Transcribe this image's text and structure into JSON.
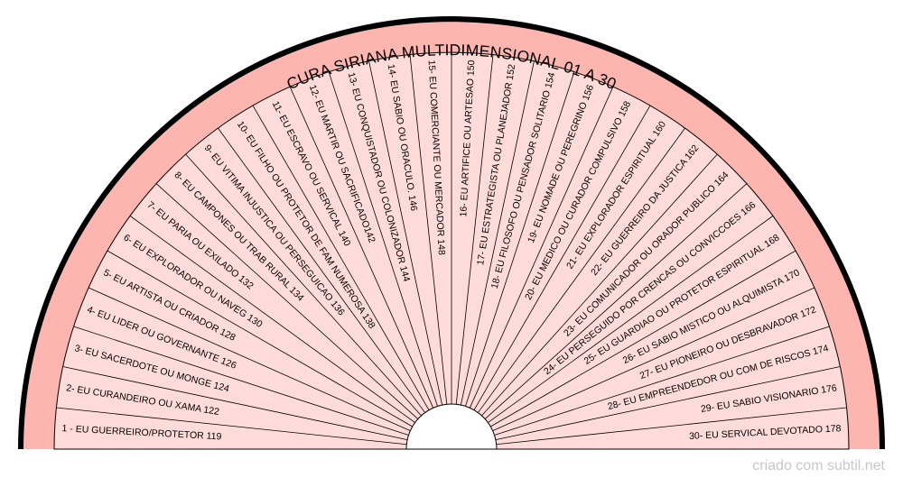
{
  "title": "CURA SIRIANA MULTIDIMENSIONAL 01 A 30",
  "footer": "criado com subtil.net",
  "colors": {
    "outer_ring": "#fdb5b0",
    "sectors": "#ffdcd9",
    "border": "#000000",
    "lines": "#000000"
  },
  "sectors": [
    "1 - EU GUERREIRO/PROTETOR 119",
    "2- EU CURANDEIRO OU XAMA   122",
    "3- EU SACERDOTE OU MONGE   124",
    "4- EU LIDER OU GOVERNANTE   126",
    "5- EU ARTISTA OU CRIADOR        128",
    "6- EU EXPLORADOR OU NAVEG 130",
    "7- EU PARIA OU EXILADO             132",
    "8- EU CAMPONES OU TRAB RURAL 134",
    "9- EU VITIMA INJUSTICA OU PERSEGUICAO  136",
    "10- EU FILHO OU PROTETOR DE FAM NUMEROSA    138",
    "11- EU ESCRAVO OU SERVICAL    140",
    "12- EU MARTIR OU SACRIFICADO142",
    "13- EU CONQUISTADOR OU COLONIZADOR      144",
    "14- EU SABIO OU ORACULO.   146",
    "15- EU COMERCIANTE OU MERCADOR 148",
    "16- EU ARTIFICE OU ARTESAO 150",
    "17- EU ESTRATEGISTA OU PLANEJADOR 152",
    "18- EU FILOSOFO OU PENSADOR SOLITARIO   154",
    "19- EU NOMADE OU PEREGRINO 156",
    "20- EU MEDICO OU CURADOR COMPULSIVO 158",
    "21- EU EXPLORADOR ESPIRITUAL 160",
    "22- EU GUERREIRO DA JUSTICA 162",
    "23- EU COMUNICADOR OU ORADOR PUBLICO 164",
    "24- EU PERSEGUIDO POR CRENCAS OU CONVICCOES 166",
    "25- EU GUARDIAO OU PROTETOR ESPIRITUAL 168",
    "26- EU SABIO MISTICO OU ALQUIMISTA 170",
    "27- EU PIONEIRO OU DESBRAVADOR 172",
    "28- EU EMPREENDEDOR OU COM DE RISCOS 174",
    "29- EU SABIO VISIONARIO 176",
    "30- EU SERVICAL DEVOTADO 178"
  ]
}
